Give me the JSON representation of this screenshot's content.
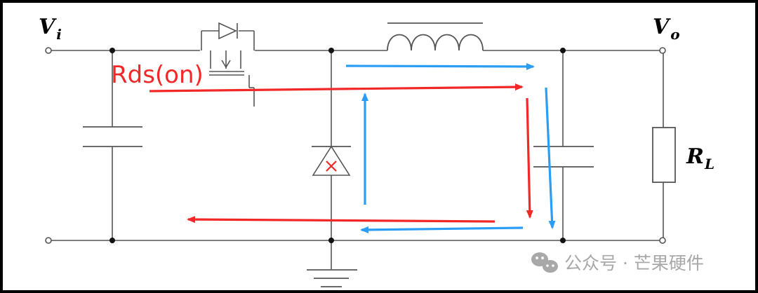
{
  "labels": {
    "vin": "V",
    "vin_sub": "i",
    "vout": "V",
    "vout_sub": "o",
    "rload": "R",
    "rload_sub": "L",
    "rds_on": "Rds(on)"
  },
  "watermark": {
    "text": "公众号 · 芒果硬件",
    "icon": "wechat-icon"
  },
  "colors": {
    "wire": "#555555",
    "frame": "#000000",
    "red_path": "#f02828",
    "blue_path": "#2a9df4",
    "watermark": "#a8a8a8"
  },
  "paths": {
    "red": "switch-on current path through Rds(on)",
    "blue": "freewheel current path"
  }
}
